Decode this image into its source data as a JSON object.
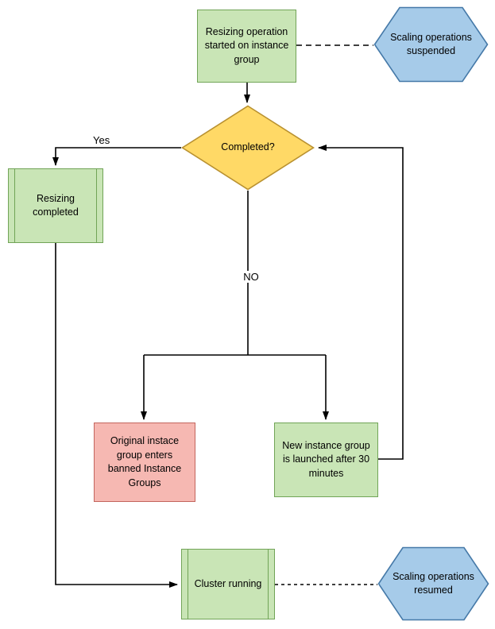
{
  "diagram": {
    "nodes": {
      "resizing_started": {
        "label": "Resizing operation started on instance group"
      },
      "scaling_suspended": {
        "label": "Scaling operations suspended"
      },
      "completed": {
        "label": "Completed?"
      },
      "resizing_completed": {
        "label": "Resizing completed"
      },
      "banned_group": {
        "label": "Original instace group enters banned Instance Groups"
      },
      "new_group": {
        "label": "New instance group is launched after 30 minutes"
      },
      "cluster_running": {
        "label": "Cluster running"
      },
      "scaling_resumed": {
        "label": "Scaling operations resumed"
      }
    },
    "edge_labels": {
      "yes": "Yes",
      "no": "NO"
    },
    "colors": {
      "green_fill": "#c9e5b6",
      "green_stroke": "#71a457",
      "yellow_fill": "#ffd966",
      "yellow_stroke": "#b99130",
      "pink_fill": "#f6b8b2",
      "pink_stroke": "#c3655d",
      "blue_fill": "#a6cbe9",
      "blue_stroke": "#4579a8",
      "line": "#000000"
    }
  }
}
